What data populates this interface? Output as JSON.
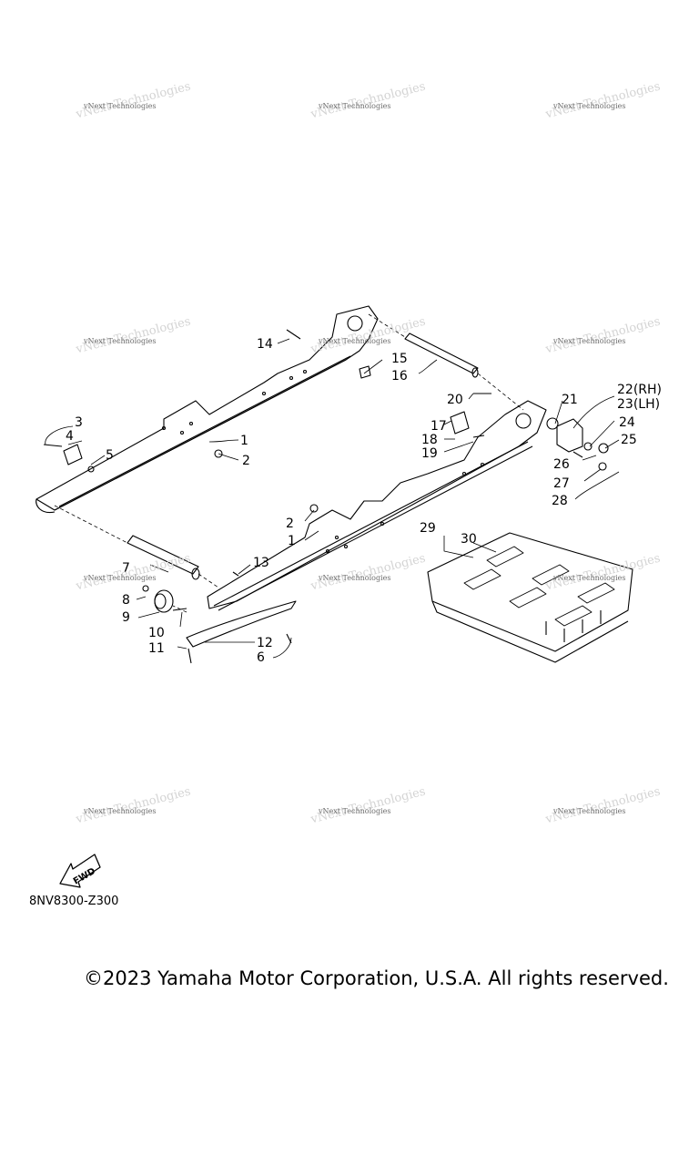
{
  "watermark": {
    "line1": "vNext Technologies",
    "line2": "vNext Technologies"
  },
  "callouts": [
    {
      "id": "c1a",
      "label": "1"
    },
    {
      "id": "c1b",
      "label": "1"
    },
    {
      "id": "c2a",
      "label": "2"
    },
    {
      "id": "c2b",
      "label": "2"
    },
    {
      "id": "c3",
      "label": "3"
    },
    {
      "id": "c4",
      "label": "4"
    },
    {
      "id": "c5",
      "label": "5"
    },
    {
      "id": "c6",
      "label": "6"
    },
    {
      "id": "c7",
      "label": "7"
    },
    {
      "id": "c8",
      "label": "8"
    },
    {
      "id": "c9",
      "label": "9"
    },
    {
      "id": "c10",
      "label": "10"
    },
    {
      "id": "c11",
      "label": "11"
    },
    {
      "id": "c12",
      "label": "12"
    },
    {
      "id": "c13",
      "label": "13"
    },
    {
      "id": "c14",
      "label": "14"
    },
    {
      "id": "c15",
      "label": "15"
    },
    {
      "id": "c16",
      "label": "16"
    },
    {
      "id": "c17",
      "label": "17"
    },
    {
      "id": "c18",
      "label": "18"
    },
    {
      "id": "c19",
      "label": "19"
    },
    {
      "id": "c20",
      "label": "20"
    },
    {
      "id": "c21",
      "label": "21"
    },
    {
      "id": "c22",
      "label": "22(RH)"
    },
    {
      "id": "c23",
      "label": "23(LH)"
    },
    {
      "id": "c24",
      "label": "24"
    },
    {
      "id": "c25",
      "label": "25"
    },
    {
      "id": "c26",
      "label": "26"
    },
    {
      "id": "c27",
      "label": "27"
    },
    {
      "id": "c28",
      "label": "28"
    },
    {
      "id": "c29",
      "label": "29"
    },
    {
      "id": "c30",
      "label": "30"
    }
  ],
  "fwd_label": "FWD",
  "diagram_code": "8NV8300-Z300",
  "copyright": "©2023 Yamaha Motor Corporation, U.S.A. All rights reserved."
}
